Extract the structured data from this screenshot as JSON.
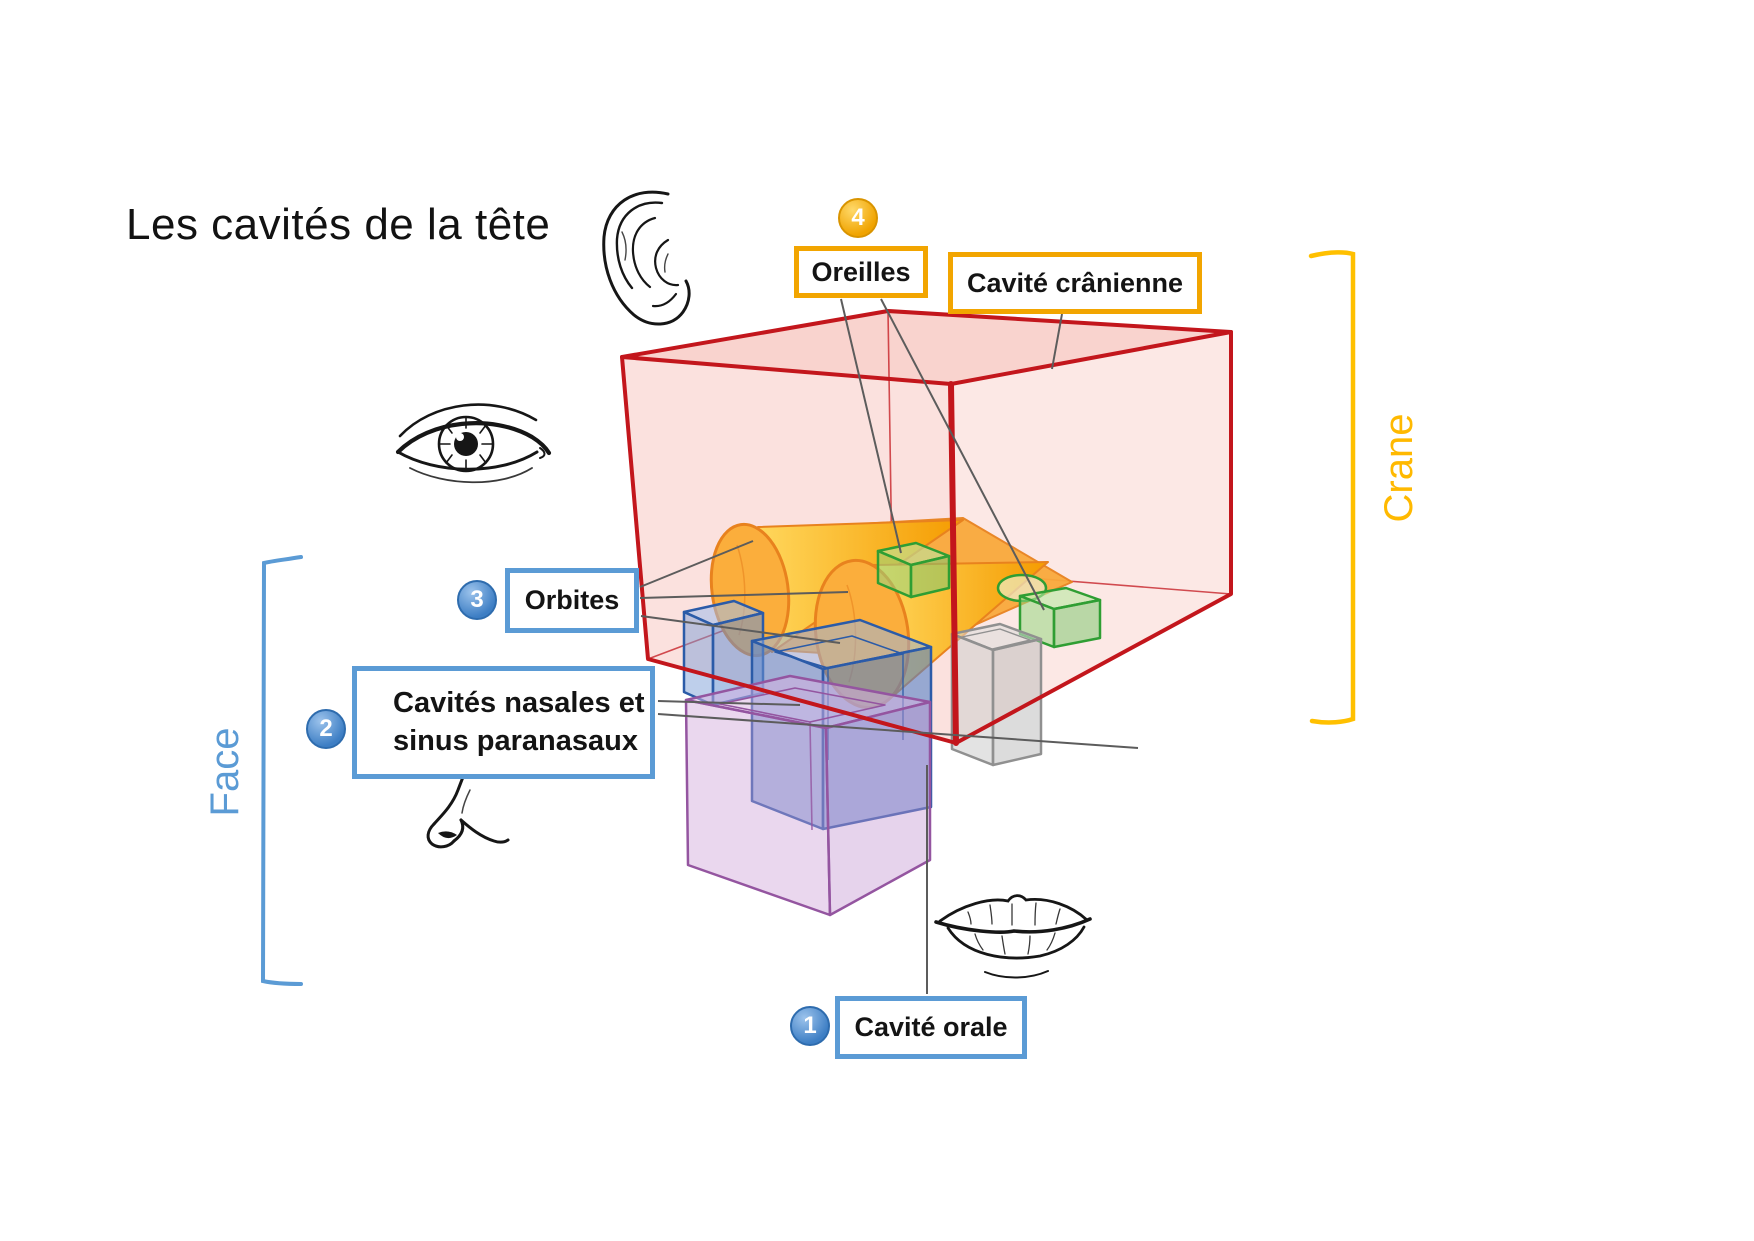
{
  "title": "Les cavités de la tête",
  "groups": {
    "crane": {
      "label": "Crane",
      "color": "#FFB900"
    },
    "face": {
      "label": "Face",
      "color": "#5B9BD5"
    }
  },
  "callouts": {
    "oreilles": {
      "number": "4",
      "label": "Oreilles",
      "accent": "#F2A500"
    },
    "cavite_cranienne": {
      "label": "Cavité crânienne",
      "accent": "#F2A500"
    },
    "orbites": {
      "number": "3",
      "label": "Orbites",
      "accent": "#5B9BD5"
    },
    "cavites_nasales": {
      "number": "2",
      "label_line1": "Cavités nasales et",
      "label_line2": "sinus paranasaux",
      "accent": "#5B9BD5"
    },
    "cavite_orale": {
      "number": "1",
      "label": "Cavité orale",
      "accent": "#5B9BD5"
    }
  },
  "diagram": {
    "regions": [
      {
        "name": "cavité crânienne",
        "shape": "large transparent box",
        "edge_color": "#C3161C",
        "fill_color": "#F5A99B"
      },
      {
        "name": "orbites",
        "shape": "two cones",
        "color": "#F9A93C"
      },
      {
        "name": "oreilles",
        "shape": "two small boxes",
        "color": "#2F9E33"
      },
      {
        "name": "sinus",
        "shape": "small grey box",
        "color": "#909090"
      },
      {
        "name": "cavités nasales",
        "shape": "two blue boxes",
        "color": "#2B5BA8"
      },
      {
        "name": "cavité orale",
        "shape": "violet box",
        "color": "#9455A0"
      }
    ],
    "illustrations": [
      "ear-illustration",
      "eye-illustration",
      "nose-illustration",
      "mouth-illustration"
    ]
  }
}
